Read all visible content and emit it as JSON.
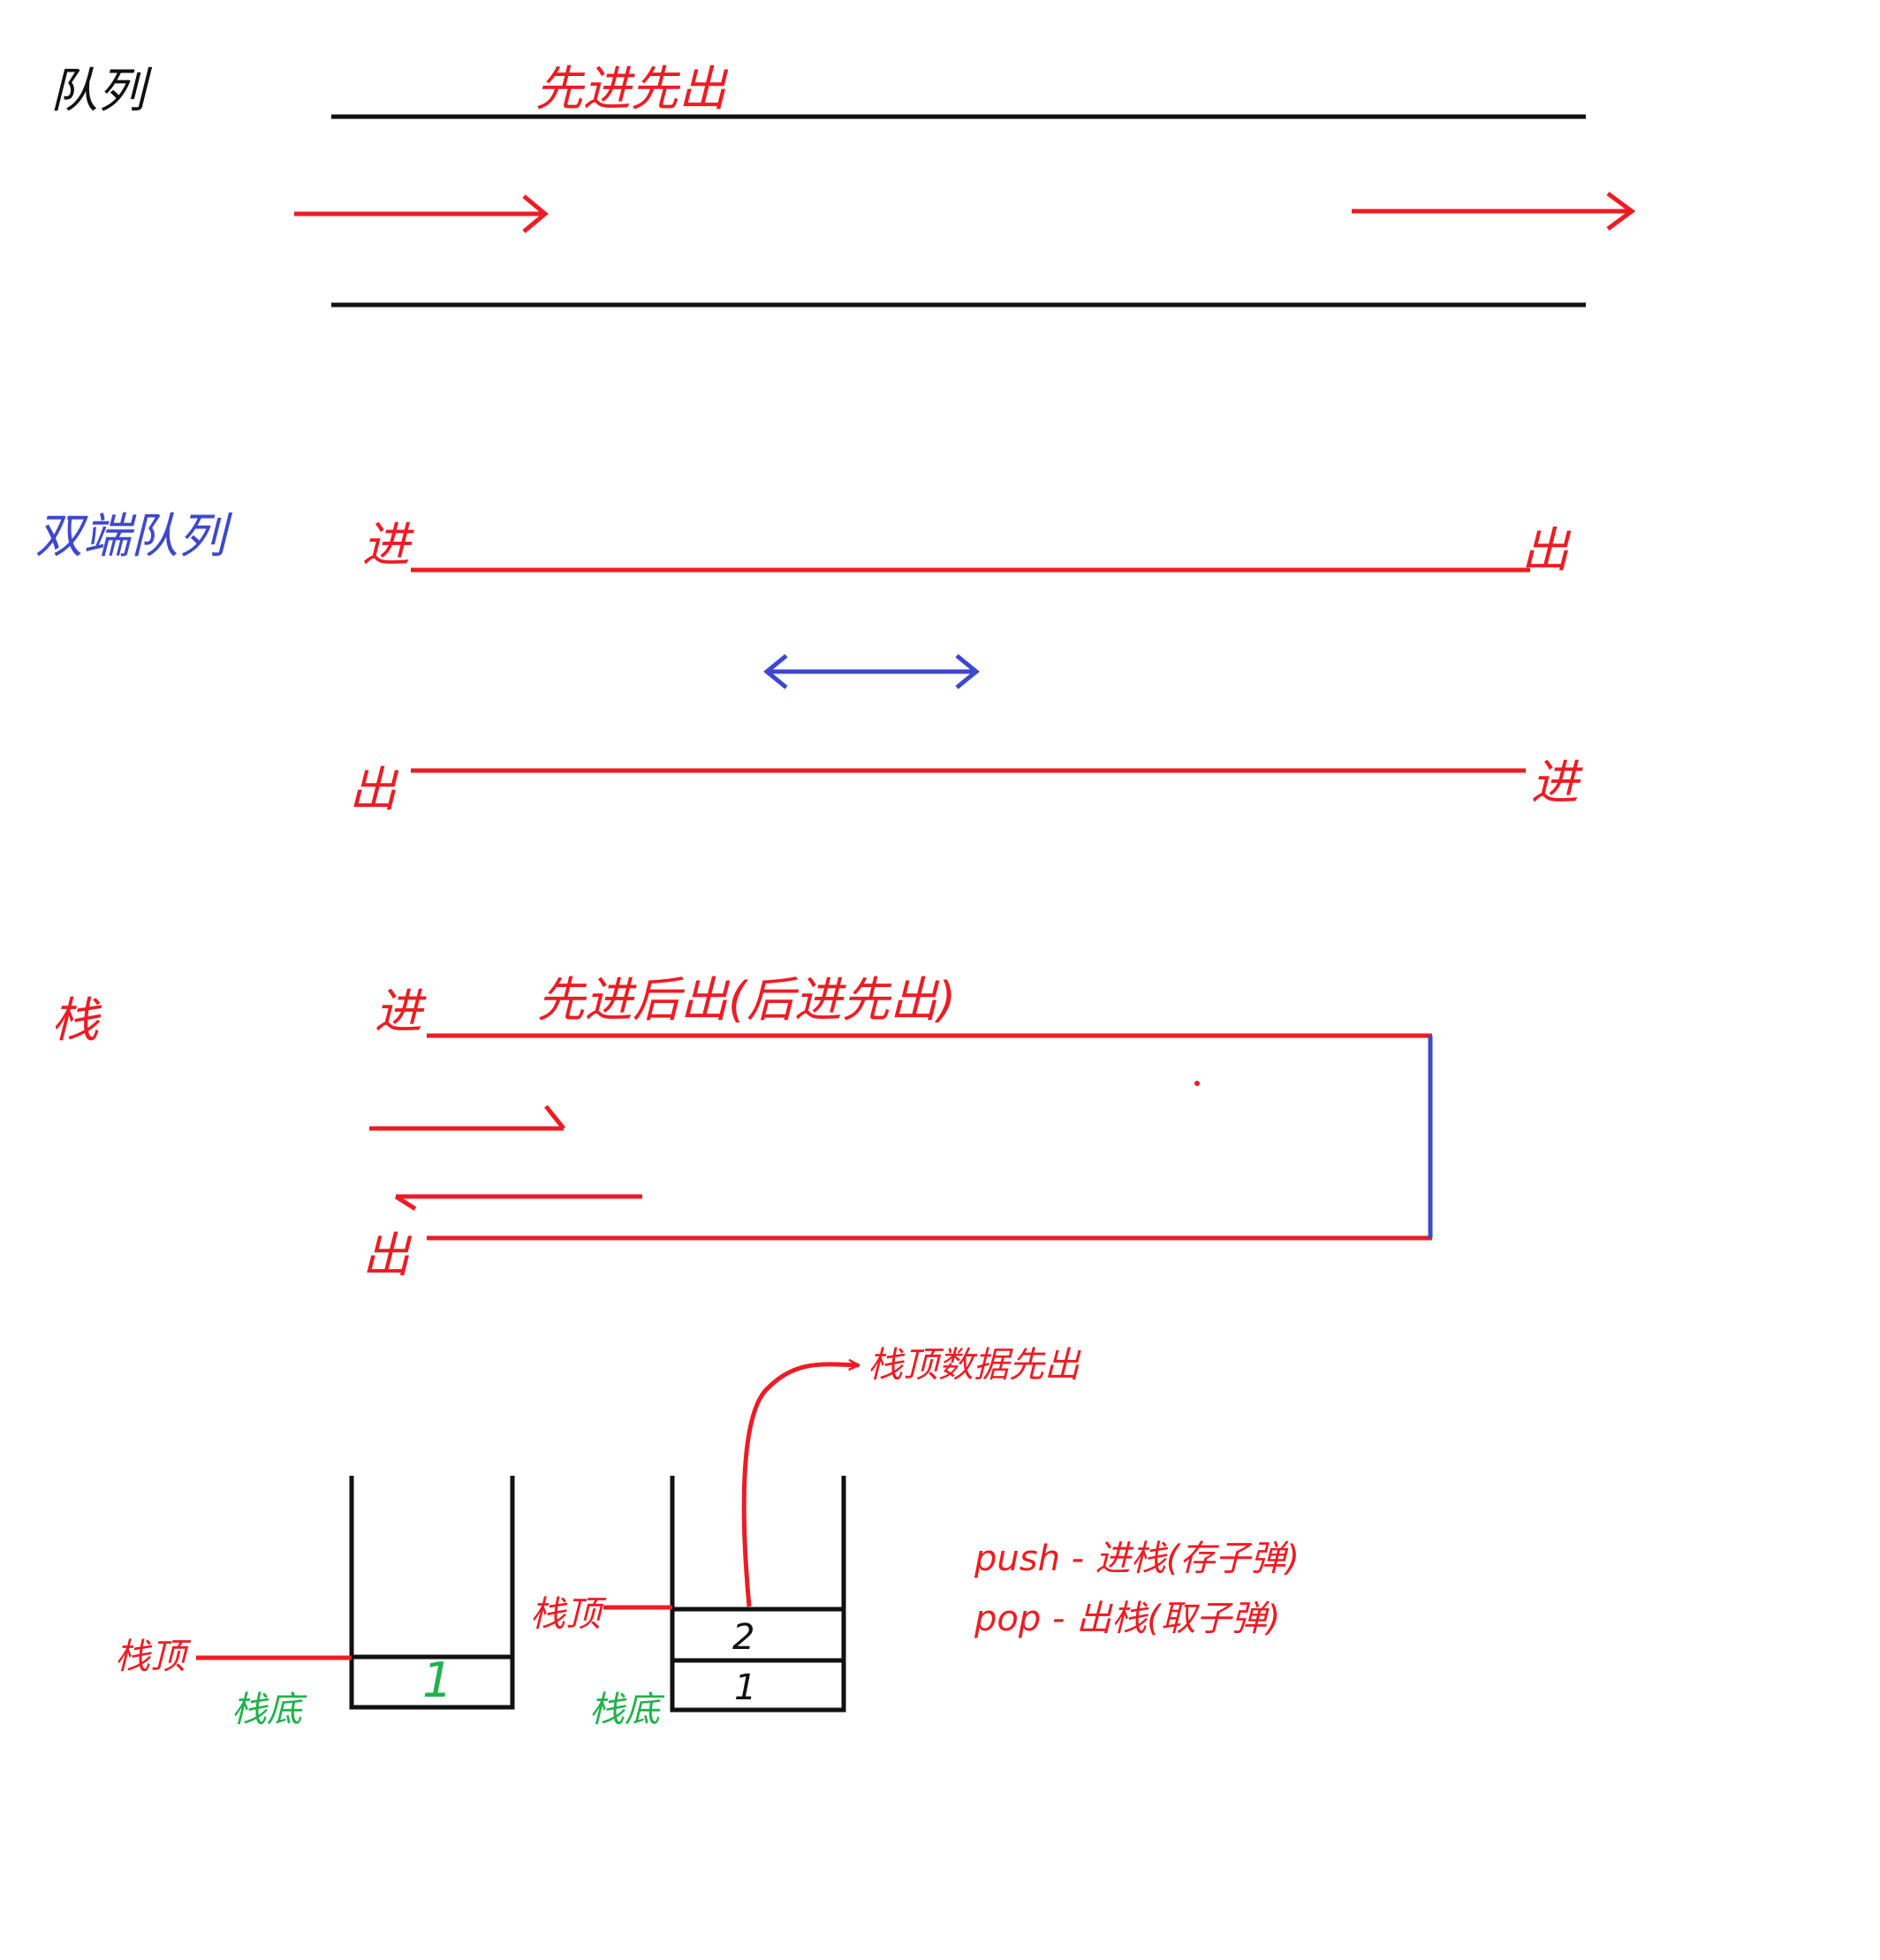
{
  "colors": {
    "red": "#ed1c24",
    "black": "#111111",
    "blue": "#3f48cc",
    "green": "#22b14c"
  },
  "queue": {
    "title": "队列",
    "rule": "先进先出"
  },
  "deque": {
    "title": "双端队列",
    "top_left": "进",
    "top_right": "出",
    "bottom_left": "出",
    "bottom_right": "进"
  },
  "stack": {
    "title": "栈",
    "rule": "先进后出(后进先出)",
    "in_label": "进",
    "out_label": "出"
  },
  "stack_demo": {
    "pop_note": "栈顶数据先出",
    "left": {
      "top_label": "栈顶",
      "bottom_label": "栈底",
      "items": [
        "1"
      ]
    },
    "right": {
      "top_label": "栈顶",
      "bottom_label": "栈底",
      "items": [
        "2",
        "1"
      ]
    },
    "ops": {
      "push": "push - 进栈(存子弹)",
      "pop": "pop - 出栈(取子弹)"
    }
  }
}
